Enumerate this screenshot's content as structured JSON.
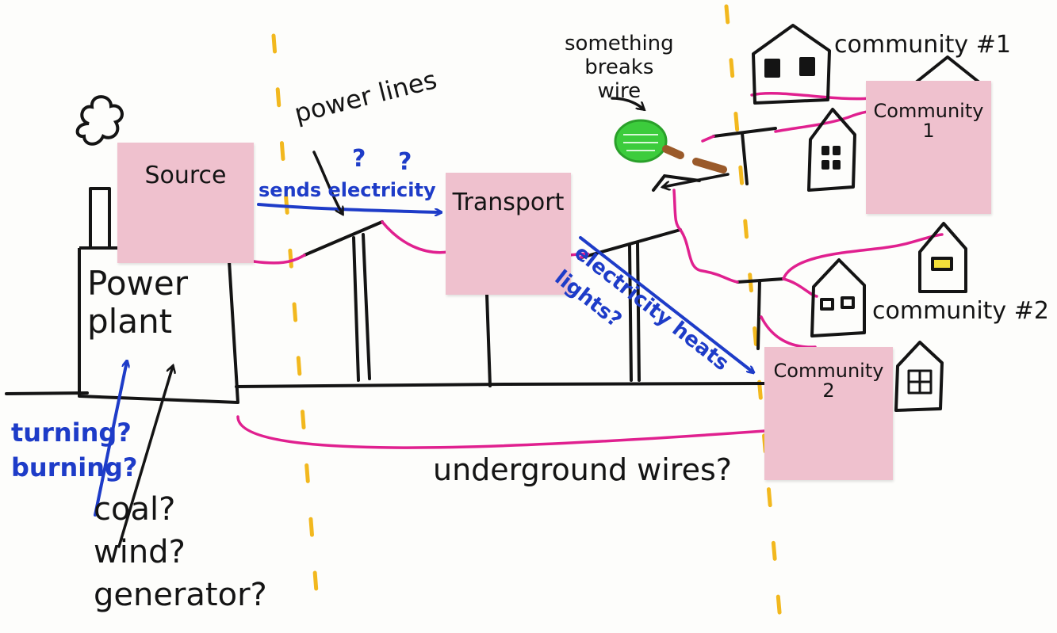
{
  "notes": {
    "source": "Source",
    "transport": "Transport",
    "community1": "Community\n1",
    "community2": "Community\n2"
  },
  "labels": {
    "power_plant": "Power\nplant",
    "power_lines": "power lines",
    "something_breaks": "something\nbreaks\nwire",
    "community_1": "community #1",
    "community_2": "community #2",
    "underground": "underground wires?",
    "fuel": "coal?\nwind?\ngenerator?",
    "question_1": "?",
    "question_2": "?"
  },
  "blue_labels": {
    "sends": "sends electricity",
    "delivers": "electricity heats\nlights?",
    "turning": "turning?\nburning?"
  },
  "colors": {
    "sticky": "#efc1ce",
    "ink": "#141414",
    "wire": "#e0208f",
    "arrow": "#1e3cc8",
    "divider": "#f2b81e",
    "tree": "#3ccc3c",
    "trunk": "#9a5a2a",
    "window_lit": "#f3e03a"
  },
  "icons": [
    "smoke-cloud-icon",
    "house-icon",
    "tree-icon",
    "power-pole-icon",
    "arrow-icon"
  ]
}
